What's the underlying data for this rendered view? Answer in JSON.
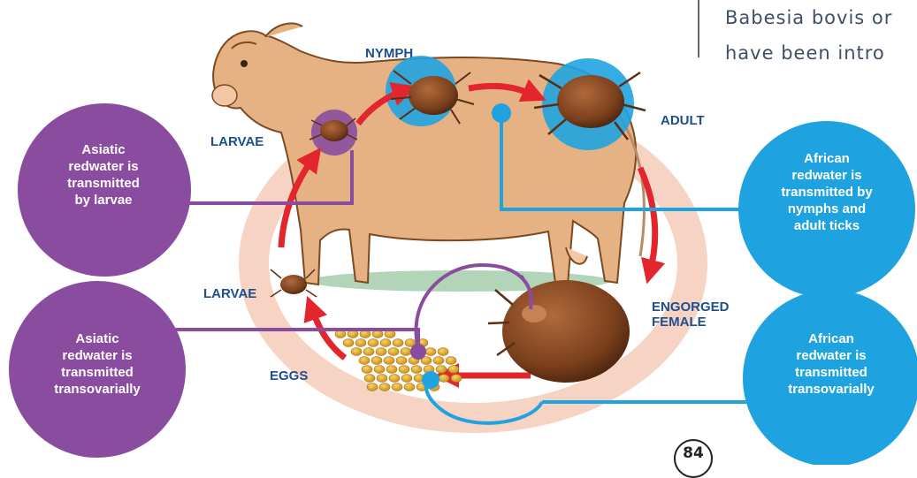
{
  "document": {
    "line_1": "Babesia bovis or",
    "line_2": "have been intro",
    "page_number": "84"
  },
  "stages": {
    "nymph": "NYMPH",
    "adult": "ADULT",
    "larvae_top": "LARVAE",
    "larvae_bottom": "LARVAE",
    "engorged_female": "ENGORGED\nFEMALE",
    "eggs": "EGGS"
  },
  "callouts": {
    "asiatic_larvae": "Asiatic\nredwater is\ntransmitted\nby larvae",
    "asiatic_transovarial": "Asiatic\nredwater is\ntransmitted\ntransovarially",
    "african_nymphs_adults": "African\nredwater is\ntransmitted by\nnymphs and\nadult ticks",
    "african_transovarial": "African\nredwater is\ntransmitted\ntransovarially"
  },
  "colors": {
    "asiatic": "#8a4c9e",
    "african": "#1fa3e0",
    "cycle_arrow": "#e3262d",
    "cycle_ring": "#f6d3c3",
    "stage_label": "#1d4f8c"
  }
}
